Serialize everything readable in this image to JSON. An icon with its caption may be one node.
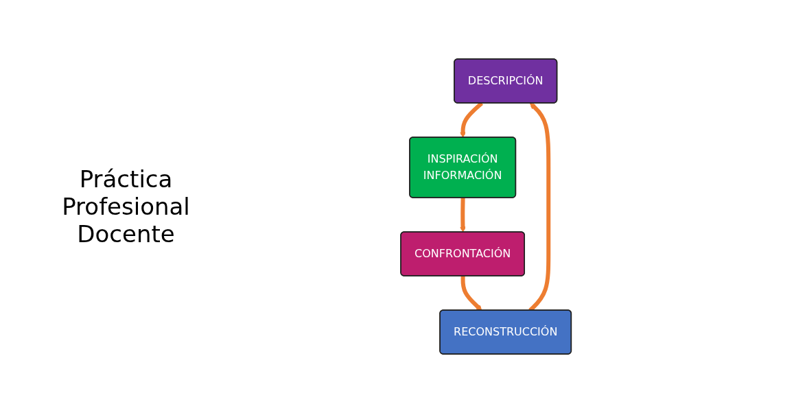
{
  "diagram": {
    "nodes": [
      {
        "text": [
          "DESCRIPCIÓN"
        ]
      },
      {
        "text": [
          "INSPIRACIÓN",
          "INFORMACIÓN"
        ]
      },
      {
        "text": [
          "CONFRONTACIÓN"
        ]
      },
      {
        "text": [
          "RECONSTRUCCIÓN"
        ]
      }
    ],
    "edges": [
      {
        "from": 0,
        "to": 1,
        "arrow": "to"
      },
      {
        "from": 1,
        "to": 2,
        "arrow": "to"
      },
      {
        "from": 2,
        "to": 3,
        "arrow": "to"
      },
      {
        "from": 3,
        "to": 0,
        "arrow": "to"
      }
    ],
    "labels": [
      "Práctica Profesional Docente"
    ]
  }
}
